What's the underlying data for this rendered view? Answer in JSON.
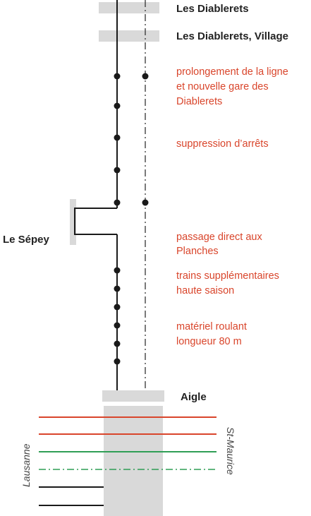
{
  "colors": {
    "track": "#1a1a1a",
    "platform": "#d9d9d9",
    "note_text": "#d9452b",
    "red_line": "#d9452b",
    "green_line": "#2f9e55",
    "label_text": "#222222"
  },
  "stations": {
    "les_diablerets": "Les Diablerets",
    "les_diablerets_village": "Les Diablerets, Village",
    "le_sepey": "Le Sépey",
    "aigle": "Aigle"
  },
  "notes": {
    "prolongement": [
      "prolongement de la ligne",
      "et nouvelle gare des",
      "Diablerets"
    ],
    "suppression": [
      "suppression d’arrêts"
    ],
    "passage": [
      "passage direct aux",
      "Planches"
    ],
    "trains": [
      "trains supplémentaires",
      "haute saison"
    ],
    "materiel": [
      "matériel roulant",
      "longueur 80 m"
    ]
  },
  "directions": {
    "left": "Lausanne",
    "right": "St-Maurice"
  },
  "icons": {
    "stop": "stop-dot-icon"
  }
}
